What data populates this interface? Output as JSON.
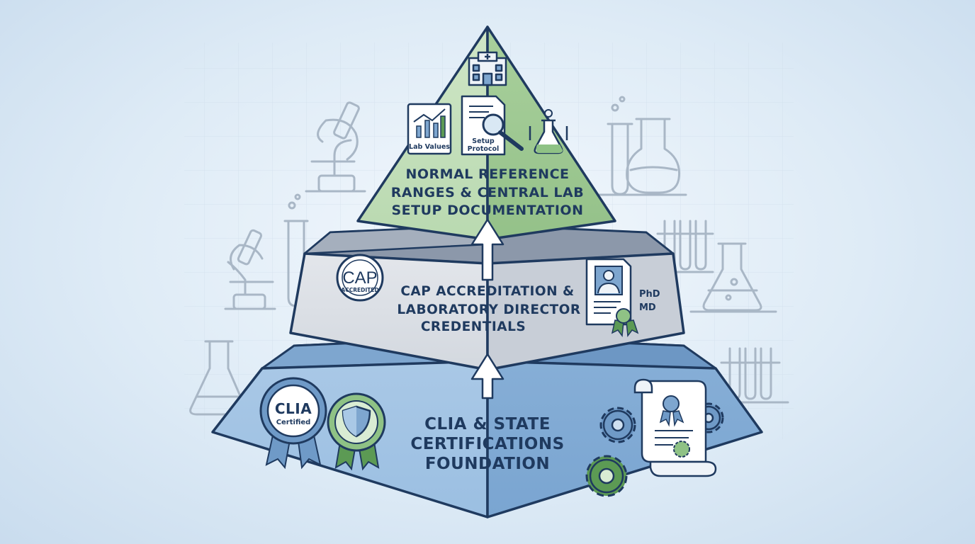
{
  "tiers": {
    "top": {
      "lines": [
        "NORMAL REFERENCE",
        "RANGES & CENTRAL LAB",
        "SETUP DOCUMENTATION"
      ],
      "icons": {
        "chart_label": "Lab Values",
        "doc_label_1": "Setup",
        "doc_label_2": "Protocol"
      }
    },
    "middle": {
      "lines": [
        "CAP ACCREDITATION &",
        "LABORATORY DIRECTOR",
        "CREDENTIALS"
      ],
      "seal": {
        "main": "CAP",
        "sub": "ACCREDITED"
      },
      "credentials": [
        "PhD",
        "MD"
      ]
    },
    "bottom": {
      "lines": [
        "CLIA & STATE",
        "CERTIFICATIONS",
        "FOUNDATION"
      ],
      "badge": {
        "main": "CLIA",
        "sub": "Certified"
      }
    }
  },
  "colors": {
    "navy": "#1f3a5f",
    "green": "#bfdcb8",
    "green_dark": "#5c9a54",
    "gray": "#d4d9e0",
    "blue": "#8fb4d8",
    "blue_dark": "#6f9ac7"
  }
}
